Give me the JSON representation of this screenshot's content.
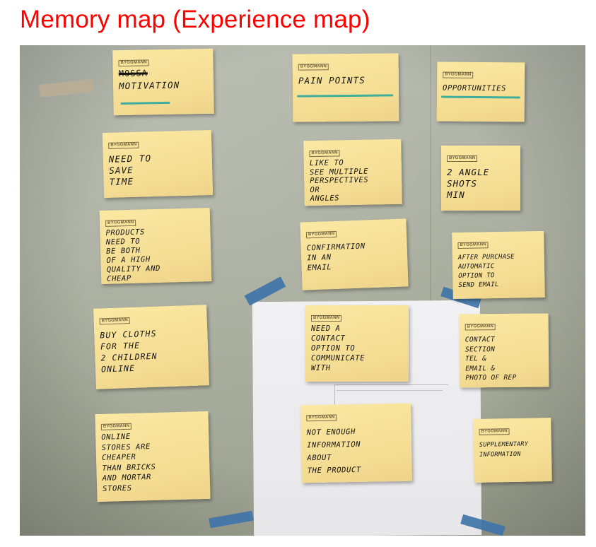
{
  "title": "Memory map (Experience map)",
  "colors": {
    "title": "#ff0000",
    "note": "#f6df95",
    "tape": "#3f74a8",
    "marker_underline": "#3fae9b"
  },
  "brand": "BYGGMANN",
  "notes": {
    "motivation": {
      "crossed": "MOSSA",
      "text": "MOTIVATION"
    },
    "pain_points": "PAIN POINTS",
    "opportunities": "OPPORTUNITIES",
    "need_time": "NEED TO\nSAVE\nTIME",
    "perspectives": "LIKE TO\nSEE MULTIPLE\nPERSPECTIVES\nOR\nANGLES",
    "angle_shots": "2 ANGLE\nSHOTS\nMIN",
    "quality": "PRODUCTS\nNEED TO\nBE BOTH\nOF A HIGH\nQUALITY AND\nCHEAP",
    "confirmation": "CONFIRMATION\nIN AN\nEMAIL",
    "after_purchase": "AFTER PURCHASE\nAUTOMATIC\nOPTION TO\nSEND EMAIL",
    "buy_cloths": "BUY CLOTHS\nFOR THE\n2 CHILDREN\nONLINE",
    "contact_option": "NEED A\nCONTACT\nOPTION TO\nCOMMUNICATE\nWITH",
    "contact_section": "CONTACT\nSECTION\nTEL &\nEMAIL &\nPHOTO OF REP",
    "online_stores": "ONLINE\nSTORES ARE\nCHEAPER\nTHAN BRICKS\nAND MORTAR\nSTORES",
    "not_enough": "NOT ENOUGH\nINFORMATION\nABOUT\nTHE PRODUCT",
    "supplementary": "SUPPLEMENTARY\nINFORMATION"
  }
}
